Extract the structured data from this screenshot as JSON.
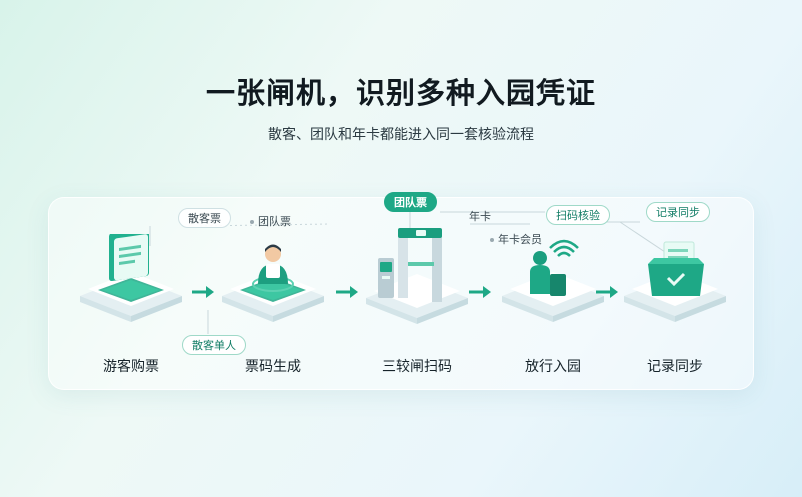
{
  "header": {
    "title": "一张闸机，识别多种入园凭证",
    "subtitle": "散客、团队和年卡都能进入同一套核验流程"
  },
  "steps": [
    {
      "label": "游客购票",
      "icon": "ticket-document-icon"
    },
    {
      "label": "票码生成",
      "icon": "staff-person-icon"
    },
    {
      "label": "三较闸扫码",
      "icon": "turnstile-gate-icon"
    },
    {
      "label": "放行入园",
      "icon": "visitor-signal-icon"
    },
    {
      "label": "记录同步",
      "icon": "sync-record-box-icon"
    }
  ],
  "tags": {
    "sanke_ticket": "散客票",
    "tuandui_ticket": "团队票",
    "sanke_single": "散客单人",
    "tuandui_main": "团队票",
    "nianka": "年卡",
    "nianka_member": "年卡会员",
    "scan_verify": "扫码核验",
    "record_sync": "记录同步"
  },
  "colors": {
    "accent": "#1ea886",
    "accent_dark": "#127d66",
    "platform_top": "#ffffff",
    "platform_side": "#e4eff2"
  }
}
